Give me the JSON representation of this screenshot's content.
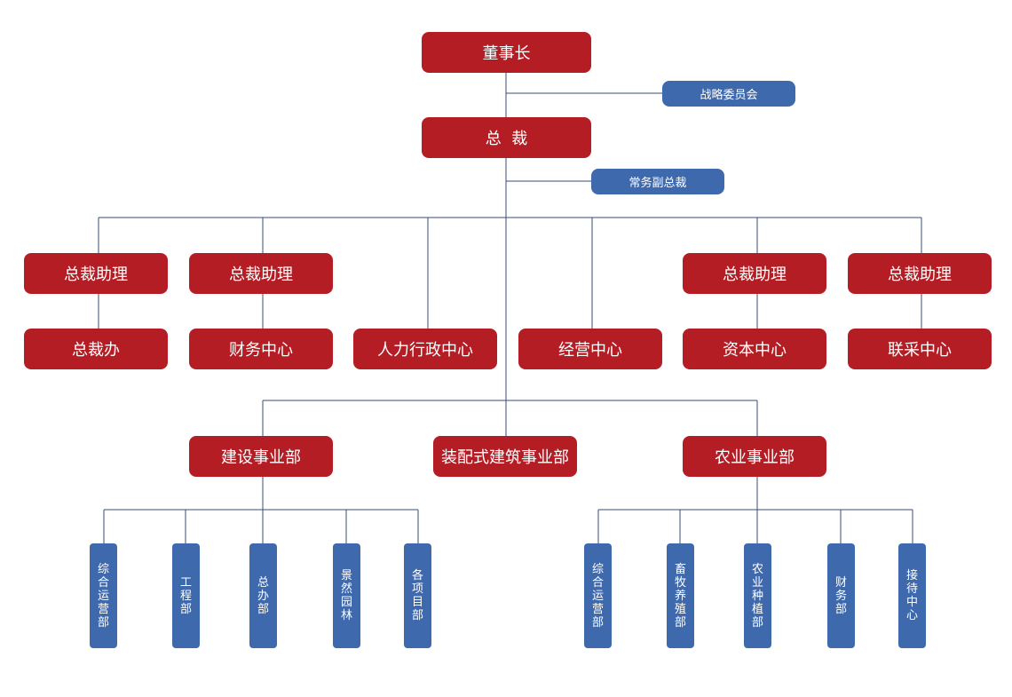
{
  "chairman": "董事长",
  "strategy_committee": "战略委员会",
  "president": "总  裁",
  "executive_vp": "常务副总裁",
  "assistants": [
    "总裁助理",
    "总裁助理",
    "总裁助理",
    "总裁助理"
  ],
  "centers": [
    "总裁办",
    "财务中心",
    "人力行政中心",
    "经营中心",
    "资本中心",
    "联采中心"
  ],
  "divisions": [
    "建设事业部",
    "装配式建筑事业部",
    "农业事业部"
  ],
  "construction_depts": [
    "综合运营部",
    "工程部",
    "总办部",
    "景然园林",
    "各项目部"
  ],
  "agriculture_depts": [
    "综合运营部",
    "畜牧养殖部",
    "农业种植部",
    "财务部",
    "接待中心"
  ],
  "colors": {
    "red": "#b51d25",
    "blue": "#3f69ad",
    "line": "#3a4d73"
  }
}
